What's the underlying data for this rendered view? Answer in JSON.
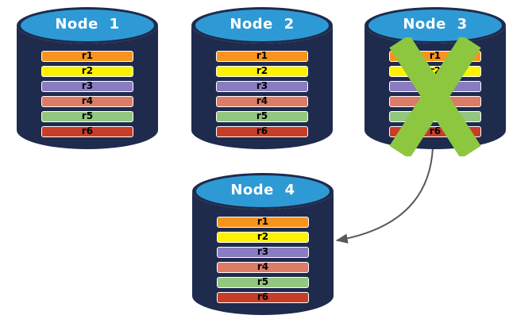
{
  "diagram": {
    "nodes": [
      {
        "title": "Node 1",
        "failed": false
      },
      {
        "title": "Node 2",
        "failed": false
      },
      {
        "title": "Node 3",
        "failed": true
      },
      {
        "title": "Node 4",
        "failed": false
      }
    ],
    "replica_rows": [
      {
        "label": "r1",
        "color": "#F7941E"
      },
      {
        "label": "r2",
        "color": "#FFF200"
      },
      {
        "label": "r3",
        "color": "#8A7CC0"
      },
      {
        "label": "r4",
        "color": "#DD7B66"
      },
      {
        "label": "r5",
        "color": "#93C67E"
      },
      {
        "label": "r6",
        "color": "#C63D28"
      }
    ],
    "arrow": {
      "from": "Node 3",
      "to": "Node 4"
    },
    "colors": {
      "cylinder_body": "#1E2B4D",
      "cylinder_top": "#2E9AD5",
      "row_border": "#FFFFFF",
      "row_text": "#000000",
      "title_text": "#FFFFFF",
      "failure_x": "#8DC63F",
      "arrow": "#595959",
      "background": "#FFFFFF"
    }
  }
}
